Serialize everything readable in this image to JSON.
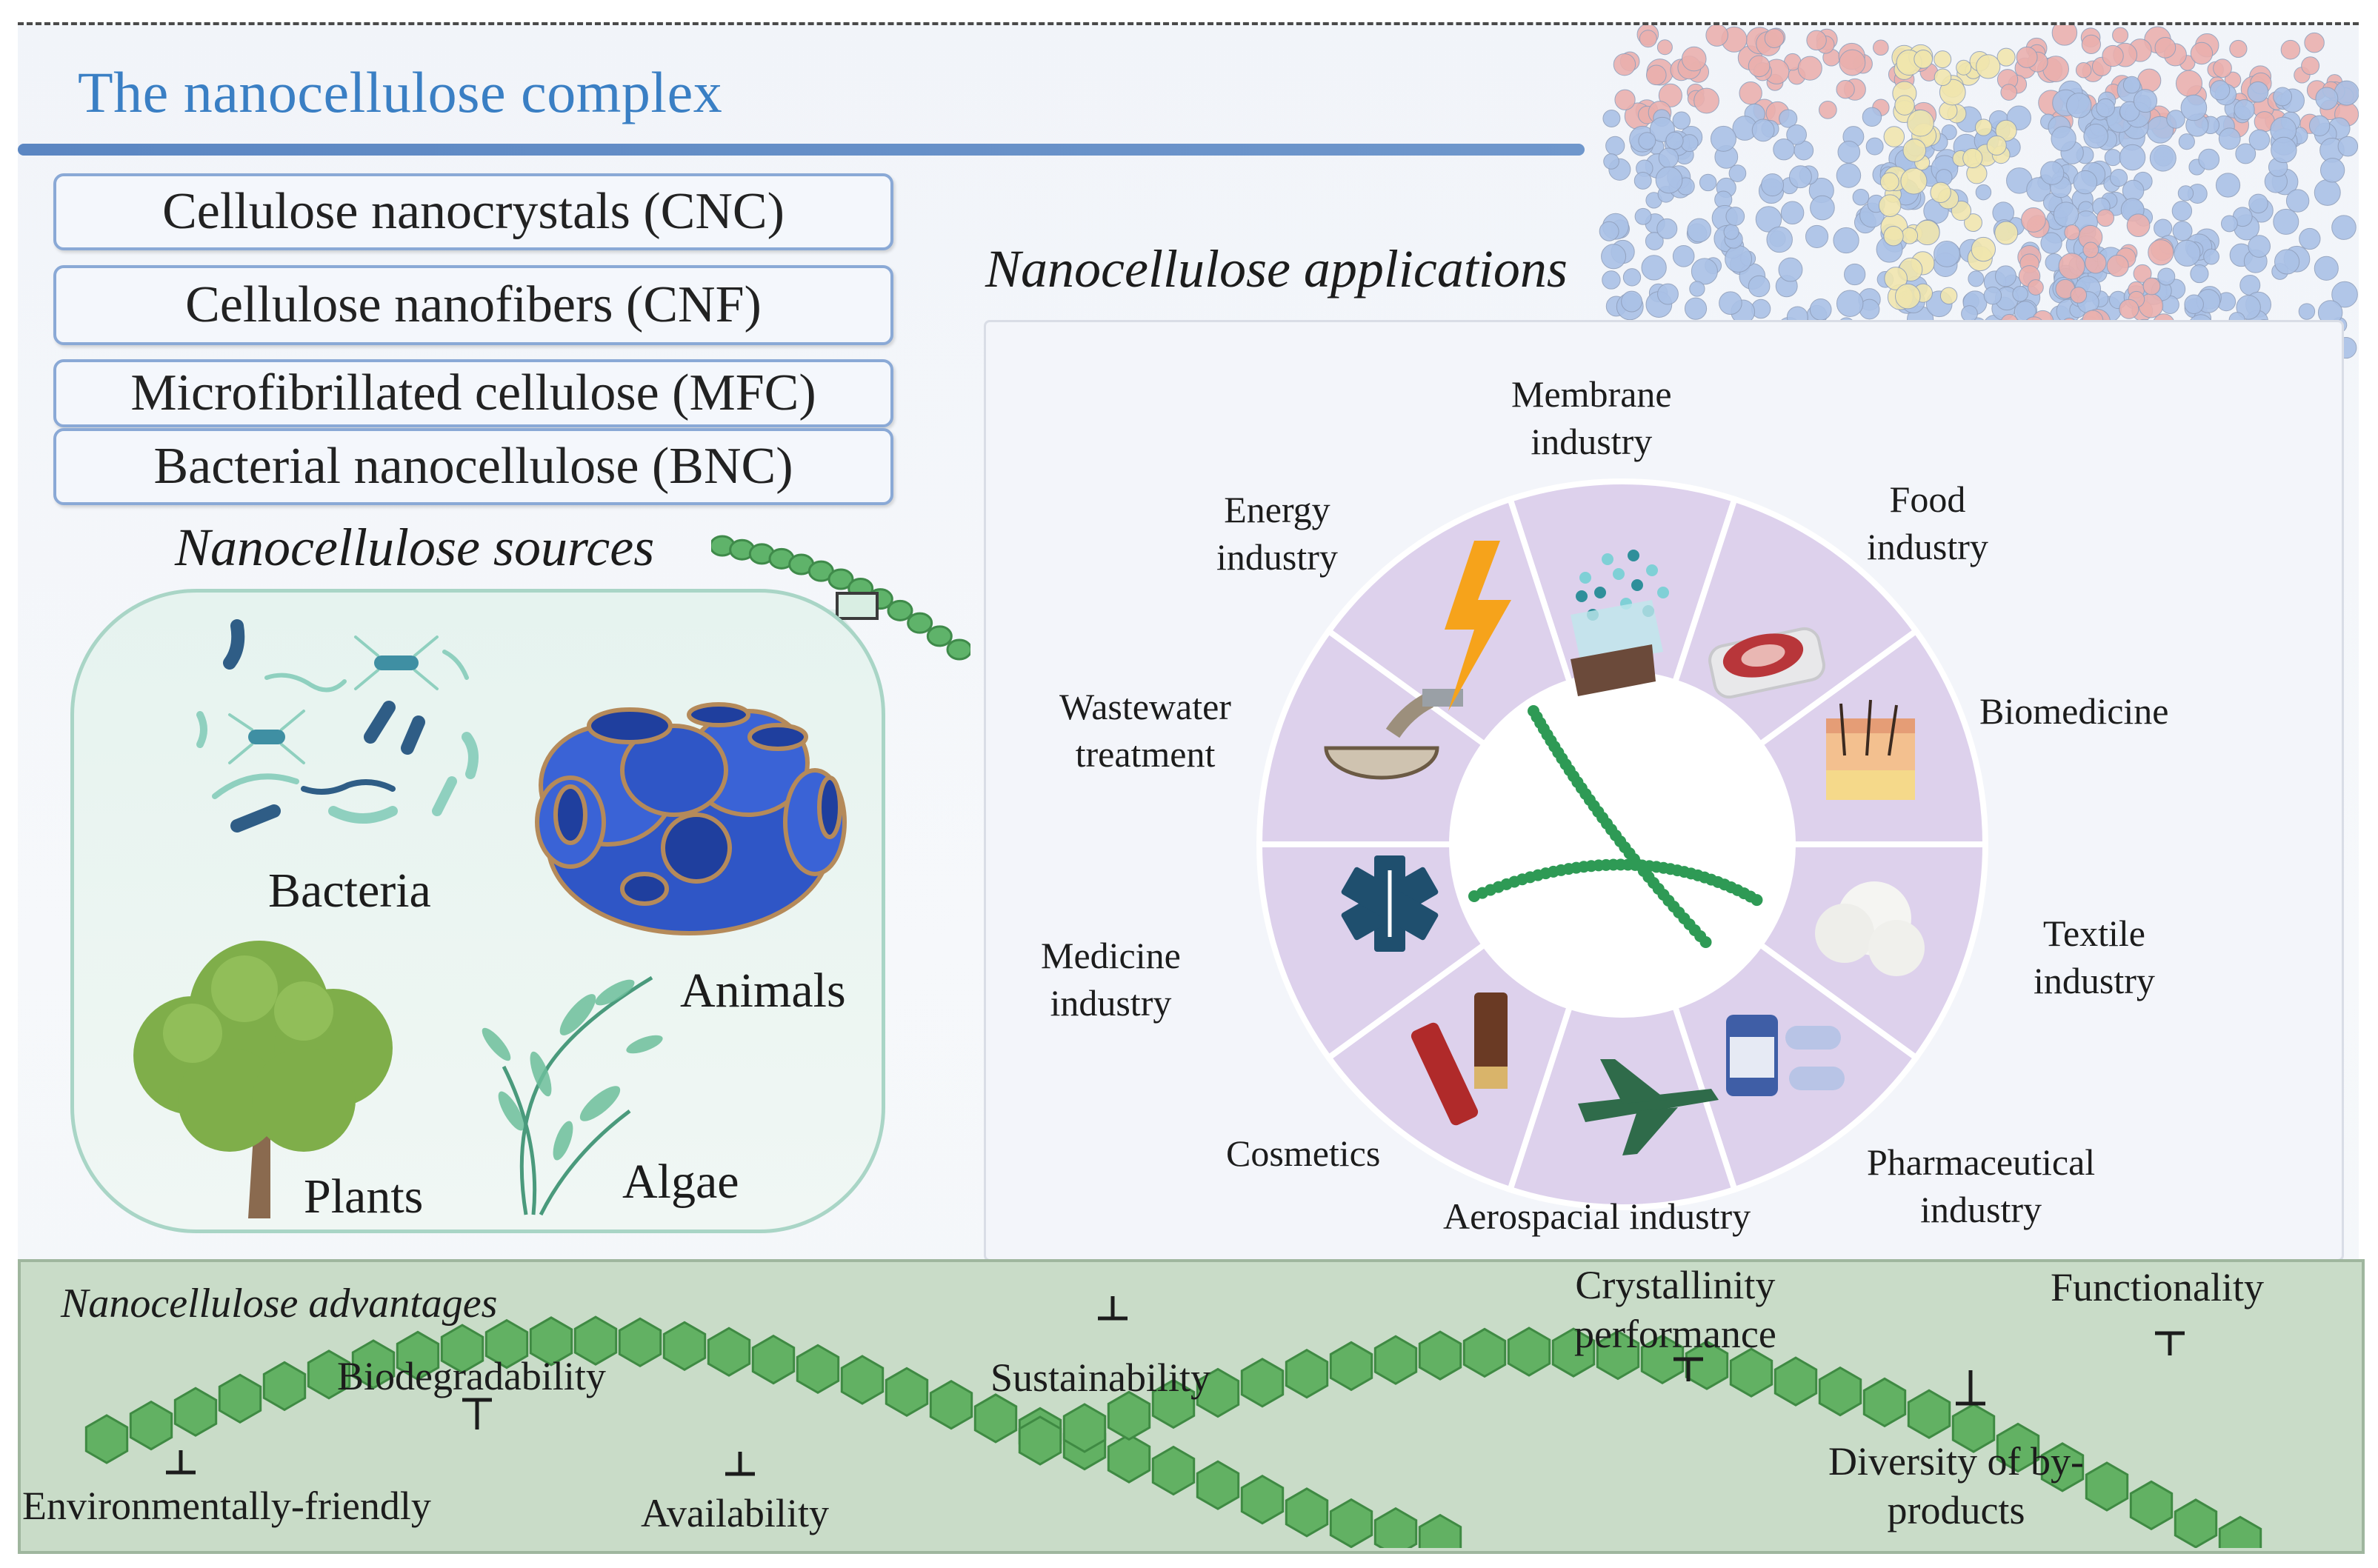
{
  "title": "The nanocellulose complex",
  "nanocellulose_types": [
    "Cellulose nanocrystals (CNC)",
    "Cellulose nanofibers (CNF)",
    "Microfibrillated cellulose (MFC)",
    "Bacterial nanocellulose (BNC)"
  ],
  "sources": {
    "heading": "Nanocellulose sources",
    "items": [
      "Bacteria",
      "Animals",
      "Plants",
      "Algae"
    ]
  },
  "applications": {
    "heading": "Nanocellulose applications",
    "items": [
      {
        "line1": "Membrane",
        "line2": "industry"
      },
      {
        "line1": "Food",
        "line2": "industry"
      },
      {
        "line1": "Biomedicine",
        "line2": ""
      },
      {
        "line1": "Textile",
        "line2": "industry"
      },
      {
        "line1": "Pharmaceutical",
        "line2": "industry"
      },
      {
        "line1": "Aerospacial industry",
        "line2": ""
      },
      {
        "line1": "Cosmetics",
        "line2": ""
      },
      {
        "line1": "Medicine",
        "line2": "industry"
      },
      {
        "line1": "Wastewater",
        "line2": "treatment"
      },
      {
        "line1": "Energy",
        "line2": "industry"
      }
    ]
  },
  "advantages": {
    "heading": "Nanocellulose advantages",
    "items": [
      {
        "line1": "Environmentally-friendly",
        "line2": ""
      },
      {
        "line1": "Biodegradability",
        "line2": ""
      },
      {
        "line1": "Availability",
        "line2": ""
      },
      {
        "line1": "Sustainability",
        "line2": ""
      },
      {
        "line1": "Crystallinity",
        "line2": "performance"
      },
      {
        "line1": "Diversity of by-",
        "line2": "products"
      },
      {
        "line1": "Functionality",
        "line2": ""
      }
    ]
  },
  "colors": {
    "title_blue": "#3a7fc4",
    "wheel_purple": "#ddd1ec",
    "chain_green": "#6cb46a",
    "advantages_bg": "#c9dcc8"
  }
}
